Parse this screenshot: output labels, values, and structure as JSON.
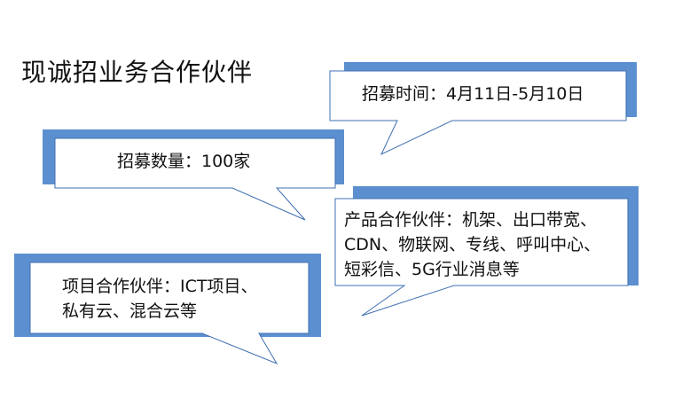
{
  "headline": "现诚招业务合作伙伴",
  "callouts": [
    {
      "lines": [
        "招募时间：4月11日-5月10日"
      ]
    },
    {
      "lines": [
        "招募数量：100家"
      ]
    },
    {
      "lines": [
        "产品合作伙伴：机架、出口带宽、",
        "CDN、物联网、专线、呼叫中心、",
        "短彩信、5G行业消息等"
      ]
    },
    {
      "lines": [
        "项目合作伙伴：ICT项目、",
        "私有云、混合云等"
      ]
    }
  ],
  "colors": {
    "shadow": "#5b8fd0",
    "stroke": "#3f6fb0",
    "fill": "#ffffff"
  }
}
